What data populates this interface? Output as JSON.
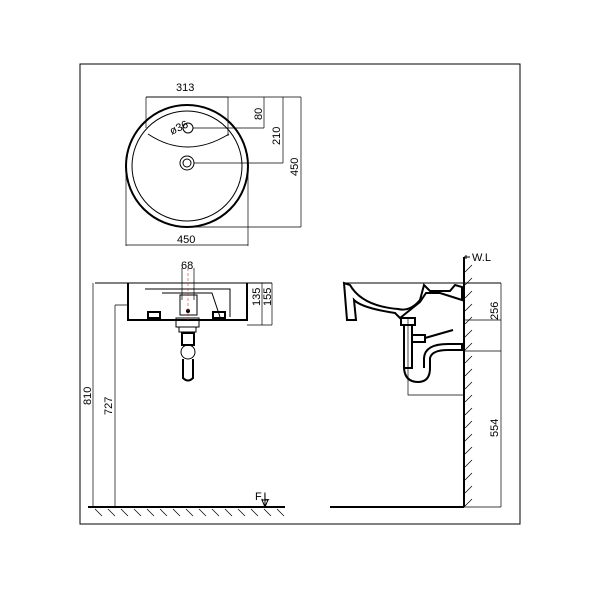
{
  "top_view": {
    "dim_hole_spacing": "313",
    "dim_hole_offset": "80",
    "dim_drain_offset": "210",
    "dim_depth": "450",
    "dim_width": "450",
    "hole_diameter": "ø36"
  },
  "front_view": {
    "dim_drain_width": "68",
    "dim_bowl_depth": "135",
    "dim_total_height": "155",
    "dim_top_height": "810",
    "dim_bottom_height": "727",
    "floor_label": "F.L"
  },
  "side_view": {
    "wall_label": "W.L",
    "dim_trap_drop": "256",
    "dim_outlet_height": "554"
  }
}
